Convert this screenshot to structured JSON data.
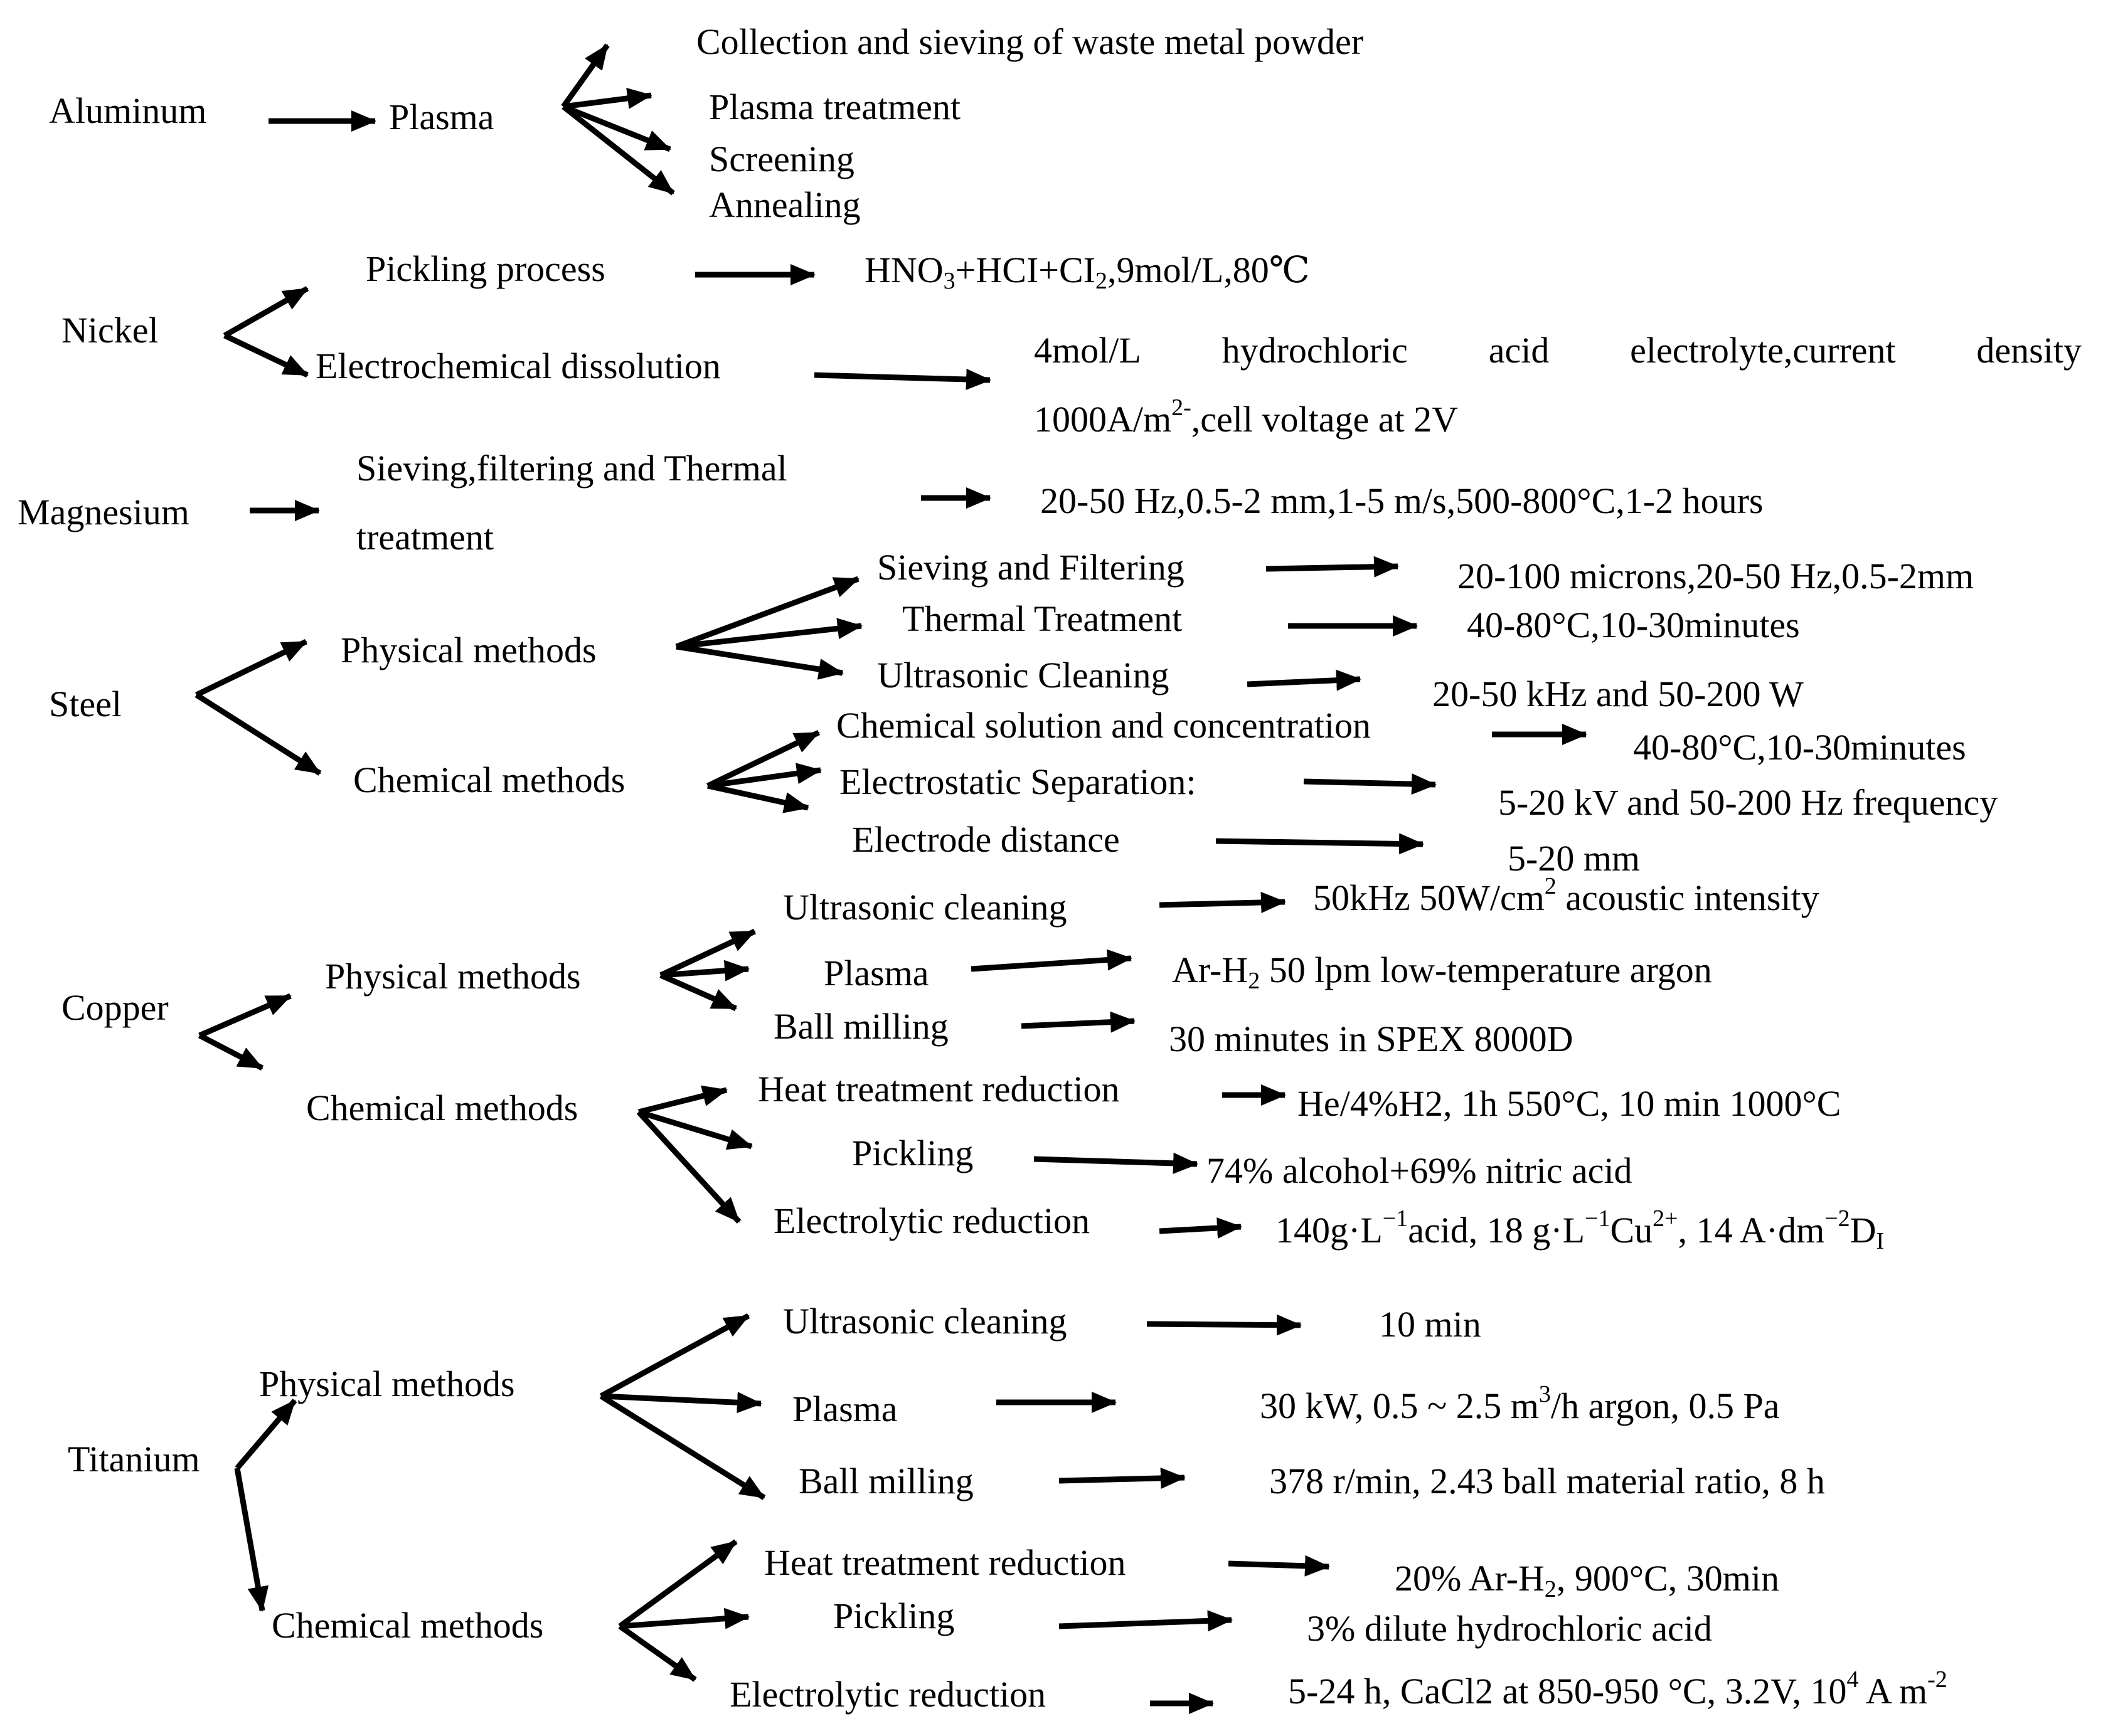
{
  "metals": {
    "aluminum": {
      "name": "Aluminum",
      "method": "Plasma",
      "steps": [
        "Collection and sieving of waste metal powder",
        "Plasma treatment",
        "Screening",
        "Annealing"
      ]
    },
    "nickel": {
      "name": "Nickel",
      "pickling": "Pickling process",
      "pickling_cond_pre": "HNO",
      "pickling_cond_sub1": "3",
      "pickling_cond_mid": "+HCI+CI",
      "pickling_cond_sub2": "2",
      "pickling_cond_post": ",9mol/L,80℃",
      "electro": "Electrochemical dissolution",
      "electro_cond_l1_words": [
        "4mol/L",
        "hydrochloric",
        "acid",
        "electrolyte,current",
        "density"
      ],
      "electro_cond_l2_pre": "1000A/m",
      "electro_cond_l2_sup": "2-",
      "electro_cond_l2_post": ",cell voltage at 2V"
    },
    "magnesium": {
      "name": "Magnesium",
      "process_l1": "Sieving,filtering and Thermal",
      "process_l2": "treatment",
      "cond": "20-50 Hz,0.5-2 mm,1-5 m/s,500-800°C,1-2 hours"
    },
    "steel": {
      "name": "Steel",
      "physical": "Physical methods",
      "chemical": "Chemical methods",
      "phys_steps": [
        "Sieving and Filtering",
        "Thermal Treatment",
        "Ultrasonic Cleaning"
      ],
      "phys_conds": [
        "20-100 microns,20-50 Hz,0.5-2mm",
        "40-80°C,10-30minutes",
        "20-50 kHz and 50-200 W"
      ],
      "chem_steps": [
        "Chemical solution and concentration",
        "Electrostatic Separation:",
        "Electrode distance"
      ],
      "chem_conds": [
        "40-80°C,10-30minutes",
        "5-20 kV and 50-200 Hz frequency",
        "5-20 mm"
      ]
    },
    "copper": {
      "name": "Copper",
      "physical": "Physical methods",
      "chemical": "Chemical methods",
      "phys_steps": [
        "Ultrasonic cleaning",
        "Plasma",
        "Ball milling"
      ],
      "phys_cond_1_pre": "50kHz 50W/cm",
      "phys_cond_1_sup": "2",
      "phys_cond_1_post": " acoustic intensity",
      "phys_cond_2_pre": "Ar-H",
      "phys_cond_2_sub": "2",
      "phys_cond_2_post": " 50 lpm low-temperature argon",
      "phys_cond_3": "30 minutes in SPEX 8000D",
      "chem_steps": [
        "Heat treatment reduction",
        "Pickling",
        "Electrolytic reduction"
      ],
      "chem_cond_1": "He/4%H2, 1h 550°C, 10 min 1000°C",
      "chem_cond_2": "74% alcohol+69% nitric acid",
      "chem_cond_3_a": "140g·L",
      "chem_cond_3_sup1": "−1",
      "chem_cond_3_b": "acid, 18 g·L",
      "chem_cond_3_sup2": "−1",
      "chem_cond_3_c": "Cu",
      "chem_cond_3_sup3": "2+",
      "chem_cond_3_d": ", 14 A·dm",
      "chem_cond_3_sup4": "−2",
      "chem_cond_3_e": "D",
      "chem_cond_3_sub5": "I"
    },
    "titanium": {
      "name": "Titanium",
      "physical": "Physical methods",
      "chemical": "Chemical methods",
      "phys_steps": [
        "Ultrasonic cleaning",
        "Plasma",
        "Ball milling"
      ],
      "phys_cond_1": "10 min",
      "phys_cond_2_pre": "30 kW, 0.5 ~ 2.5 m",
      "phys_cond_2_sup": "3",
      "phys_cond_2_post": "/h argon, 0.5 Pa",
      "phys_cond_3": "378 r/min, 2.43 ball material ratio, 8 h",
      "chem_steps": [
        "Heat treatment reduction",
        "Pickling",
        "Electrolytic reduction"
      ],
      "chem_cond_1_pre": "20% Ar-H",
      "chem_cond_1_sub": "2",
      "chem_cond_1_post": ", 900°C, 30min",
      "chem_cond_2": "3% dilute hydrochloric acid",
      "chem_cond_3_pre": "5-24 h, CaCl2 at 850-950 °C, 3.2V, 10",
      "chem_cond_3_sup": "4",
      "chem_cond_3_mid": " A m",
      "chem_cond_3_sup2": "-2"
    }
  },
  "colors": {
    "ink": "#000000",
    "background": "#ffffff"
  }
}
